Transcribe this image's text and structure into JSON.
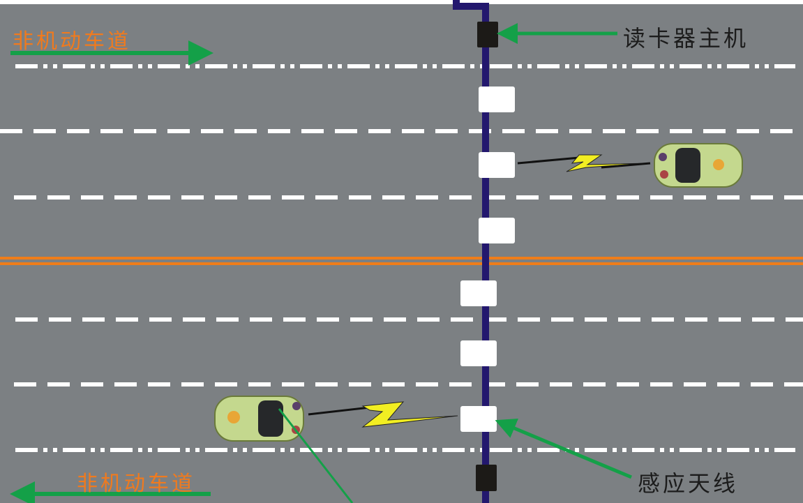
{
  "labels": {
    "reader_host": "读卡器主机",
    "antenna": "感应天线",
    "bike_lane_top": "非机动车道",
    "bike_lane_bottom": "非机动车道"
  },
  "colors": {
    "road": "#7c8083",
    "cable": "#23186e",
    "arrow": "#14a048",
    "center_line": "#ef7d1a",
    "lane_text": "#f07a1e",
    "antenna_pad": "#ffffff",
    "reader_box": "#1c1a17",
    "signal": "#f2ee22"
  }
}
